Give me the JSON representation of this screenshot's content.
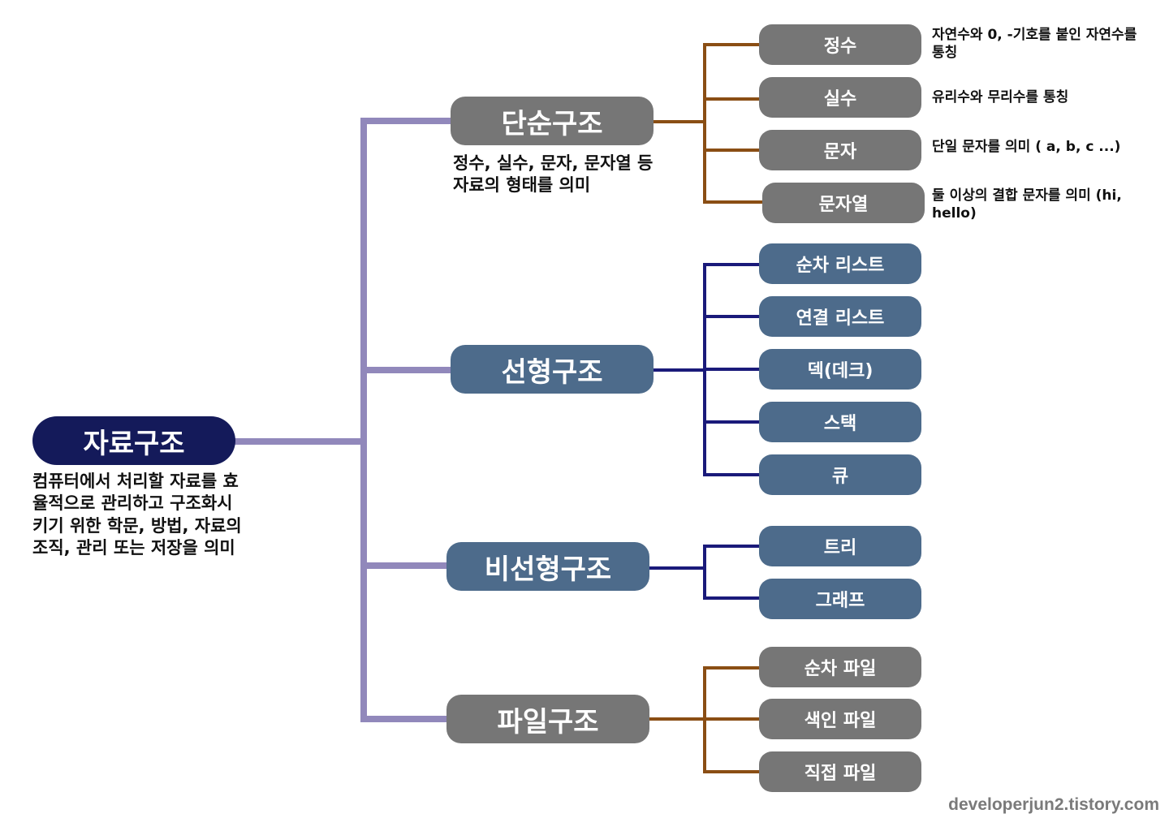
{
  "root": {
    "label": "자료구조",
    "description": "컴퓨터에서 처리할 자료를 효율적으로 관리하고 구조화시키기 위한 학문, 방법, 자료의 조직, 관리 또는 저장을 의미"
  },
  "categories": [
    {
      "label": "단순구조",
      "description": "정수, 실수, 문자, 문자열 등 자료의 형태를 의미",
      "items": [
        {
          "label": "정수",
          "description": "자연수와 0, -기호를 붙인 자연수를 통칭"
        },
        {
          "label": "실수",
          "description": "유리수와 무리수를 통칭"
        },
        {
          "label": "문자",
          "description": "단일 문자를 의미 ( a, b, c ...)"
        },
        {
          "label": "문자열",
          "description": "둘 이상의 결합 문자를 의미 (hi, hello)"
        }
      ]
    },
    {
      "label": "선형구조",
      "items": [
        {
          "label": "순차 리스트"
        },
        {
          "label": "연결 리스트"
        },
        {
          "label": "덱(데크)"
        },
        {
          "label": "스택"
        },
        {
          "label": "큐"
        }
      ]
    },
    {
      "label": "비선형구조",
      "items": [
        {
          "label": "트리"
        },
        {
          "label": "그래프"
        }
      ]
    },
    {
      "label": "파일구조",
      "items": [
        {
          "label": "순차 파일"
        },
        {
          "label": "색인 파일"
        },
        {
          "label": "직접 파일"
        }
      ]
    }
  ],
  "watermark": "developerjun2.tistory.com",
  "colors": {
    "root": "#141a5a",
    "gray_node": "#767676",
    "blue_node": "#4d6b8b",
    "trunk_line": "#9188bb",
    "brown_line": "#8a4e14",
    "navy_line": "#1a1a7a"
  }
}
